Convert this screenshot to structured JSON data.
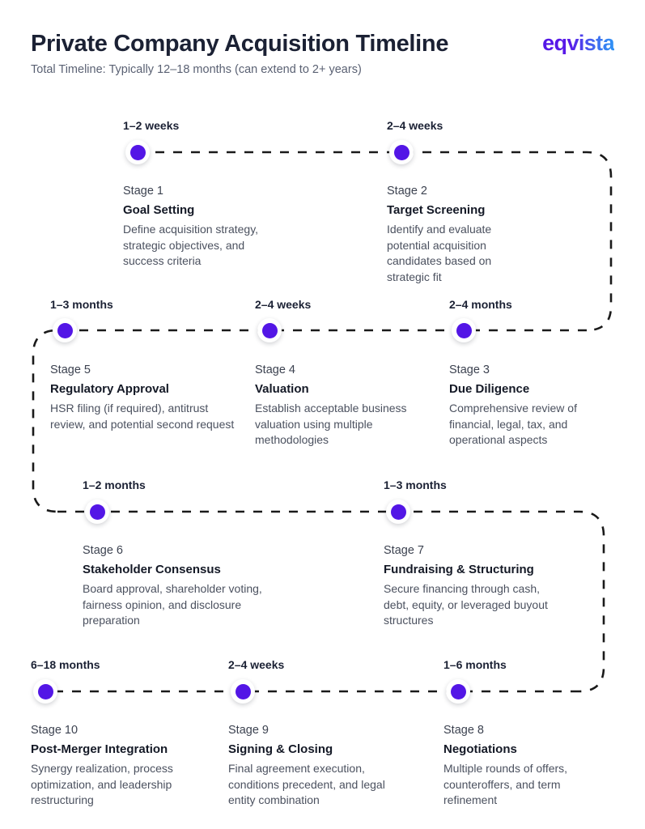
{
  "header": {
    "title": "Private Company Acquisition Timeline",
    "subtitle": "Total Timeline: Typically 12–18 months (can extend to 2+ years)",
    "brand": "eqvista"
  },
  "colors": {
    "accent_purple": "#5316E6",
    "title_text": "#1B2134",
    "body_text": "#4B515F",
    "connector": "#1A1A1A",
    "background": "#FFFFFF"
  },
  "rows": [
    {
      "index": 0,
      "direction": "left-to-right",
      "stages": [
        {
          "duration": "1–2 weeks",
          "number": "Stage 1",
          "name": "Goal Setting",
          "description": "Define acquisition strategy, strategic objectives, and success criteria"
        },
        {
          "duration": "2–4 weeks",
          "number": "Stage 2",
          "name": "Target Screening",
          "description": "Identify and evaluate potential acquisition candidates based on strategic fit"
        }
      ]
    },
    {
      "index": 1,
      "direction": "right-to-left",
      "stages": [
        {
          "duration": "1–3 months",
          "number": "Stage 5",
          "name": "Regulatory Approval",
          "description": "HSR filing (if required), antitrust review, and potential second request"
        },
        {
          "duration": "2–4 weeks",
          "number": "Stage 4",
          "name": "Valuation",
          "description": "Establish acceptable business valuation using multiple methodologies"
        },
        {
          "duration": "2–4 months",
          "number": "Stage 3",
          "name": "Due Diligence",
          "description": "Comprehensive review of financial, legal, tax, and operational aspects"
        }
      ]
    },
    {
      "index": 2,
      "direction": "left-to-right",
      "stages": [
        {
          "duration": "1–2 months",
          "number": "Stage 6",
          "name": "Stakeholder Consensus",
          "description": "Board approval, shareholder voting, fairness opinion, and disclosure preparation"
        },
        {
          "duration": "1–3 months",
          "number": "Stage 7",
          "name": "Fundraising & Structuring",
          "description": "Secure financing through cash, debt, equity, or leveraged buyout structures"
        }
      ]
    },
    {
      "index": 3,
      "direction": "right-to-left",
      "stages": [
        {
          "duration": "6–18 months",
          "number": "Stage 10",
          "name": "Post-Merger Integration",
          "description": "Synergy realization, process optimization, and leadership restructuring"
        },
        {
          "duration": "2–4 weeks",
          "number": "Stage 9",
          "name": "Signing & Closing",
          "description": "Final agreement execution, conditions precedent, and legal entity combination"
        },
        {
          "duration": "1–6 months",
          "number": "Stage 8",
          "name": "Negotiations",
          "description": "Multiple rounds of offers, counteroffers, and term refinement"
        }
      ]
    }
  ]
}
